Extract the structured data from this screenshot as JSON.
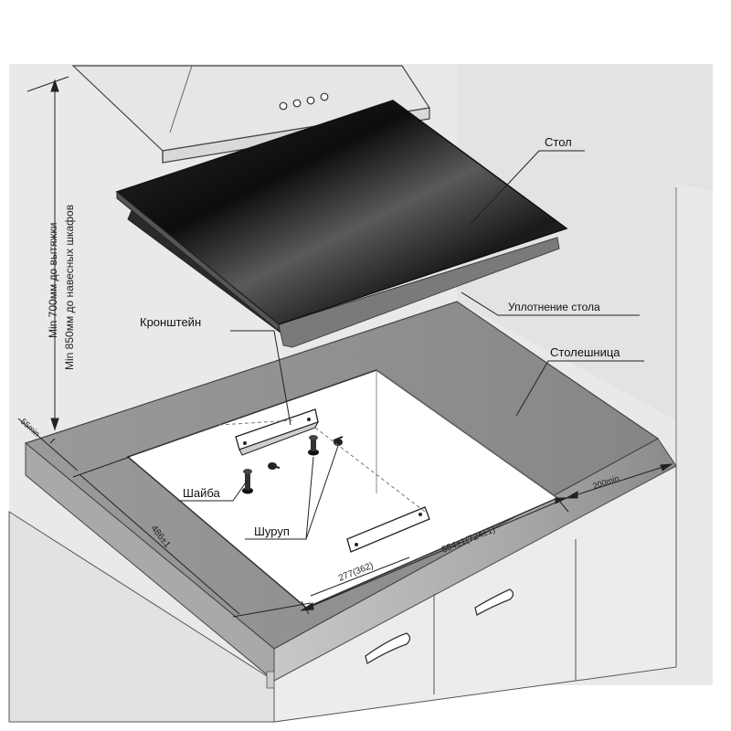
{
  "labels": {
    "stol": "Стол",
    "uplotnenie": "Уплотнение стола",
    "stoleshnitsa": "Столешница",
    "kronshtein": "Кронштейн",
    "shaiba": "Шайба",
    "shurup": "Шуруп"
  },
  "dimensions": {
    "vertical_1": "Min 700мм до вытяжки",
    "vertical_2": "Min 850мм до навесных шкафов",
    "left_gap": "55min",
    "right_gap": "200min",
    "depth": "486±1",
    "width": "554±1(724±1)",
    "half_width": "277(362)"
  },
  "colors": {
    "wall": "#e9e9e9",
    "countertop_top": "#8f8f8f",
    "countertop_front": "#b4b4b4",
    "cabinet": "#eeeeee",
    "glass": "#1c1c1c",
    "line": "#333333"
  }
}
